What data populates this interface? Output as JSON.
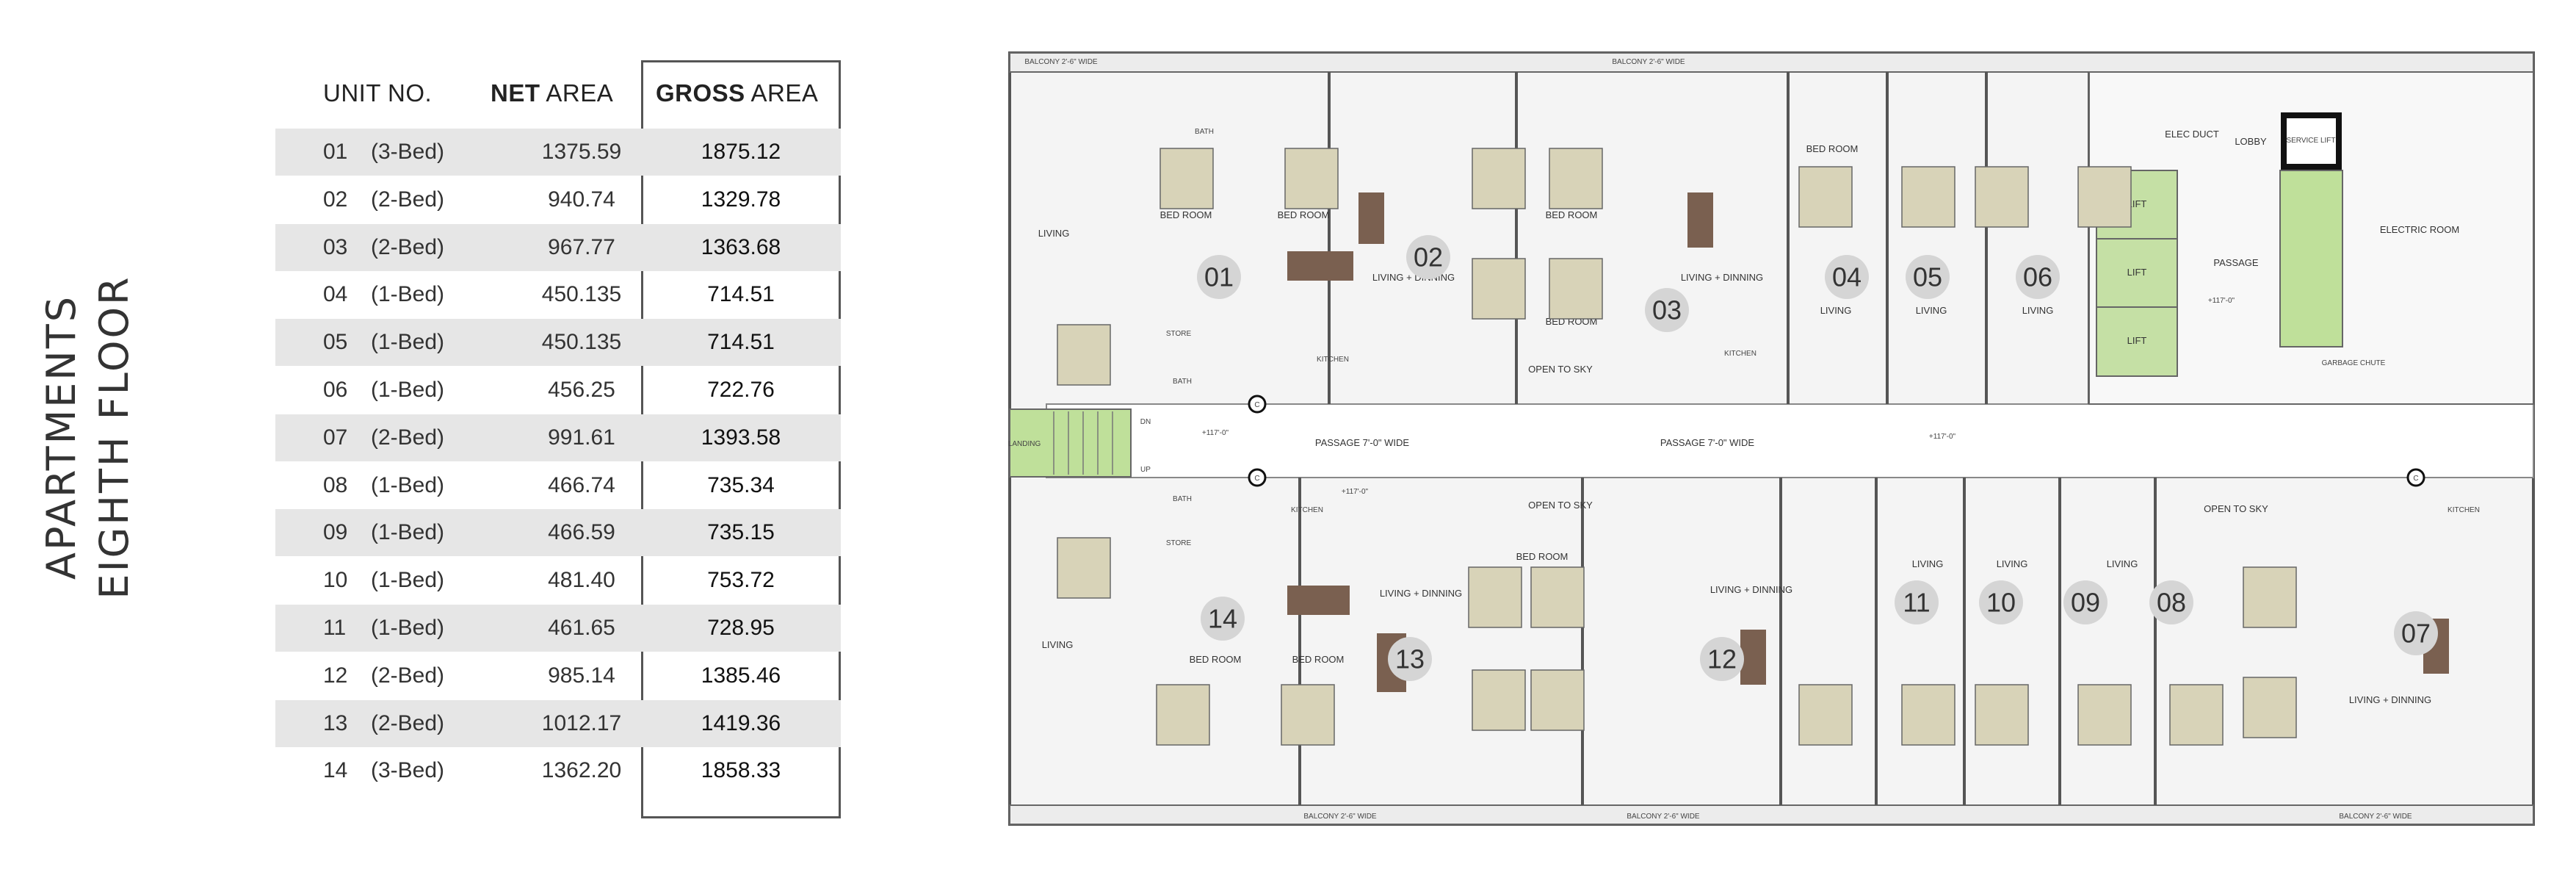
{
  "title": {
    "line1": "APARTMENTS",
    "line2": "EIGHTH FLOOR"
  },
  "table": {
    "headers": {
      "unit": "UNIT NO.",
      "net_bold": "NET",
      "net_rest": " AREA",
      "gross_bold": "GROSS",
      "gross_rest": " AREA"
    },
    "rows": [
      {
        "unit": "01",
        "type": "(3-Bed)",
        "net": "1375.59",
        "gross": "1875.12"
      },
      {
        "unit": "02",
        "type": "(2-Bed)",
        "net": "940.74",
        "gross": "1329.78"
      },
      {
        "unit": "03",
        "type": "(2-Bed)",
        "net": "967.77",
        "gross": "1363.68"
      },
      {
        "unit": "04",
        "type": "(1-Bed)",
        "net": "450.135",
        "gross": "714.51"
      },
      {
        "unit": "05",
        "type": "(1-Bed)",
        "net": "450.135",
        "gross": "714.51"
      },
      {
        "unit": "06",
        "type": "(1-Bed)",
        "net": "456.25",
        "gross": "722.76"
      },
      {
        "unit": "07",
        "type": "(2-Bed)",
        "net": "991.61",
        "gross": "1393.58"
      },
      {
        "unit": "08",
        "type": "(1-Bed)",
        "net": "466.74",
        "gross": "735.34"
      },
      {
        "unit": "09",
        "type": "(1-Bed)",
        "net": "466.59",
        "gross": "735.15"
      },
      {
        "unit": "10",
        "type": "(1-Bed)",
        "net": "481.40",
        "gross": "753.72"
      },
      {
        "unit": "11",
        "type": "(1-Bed)",
        "net": "461.65",
        "gross": "728.95"
      },
      {
        "unit": "12",
        "type": "(2-Bed)",
        "net": "985.14",
        "gross": "1385.46"
      },
      {
        "unit": "13",
        "type": "(2-Bed)",
        "net": "1012.17",
        "gross": "1419.36"
      },
      {
        "unit": "14",
        "type": "(3-Bed)",
        "net": "1362.20",
        "gross": "1858.33"
      }
    ]
  },
  "plan": {
    "unit_labels": [
      "01",
      "02",
      "03",
      "04",
      "05",
      "06",
      "07",
      "08",
      "09",
      "10",
      "11",
      "12",
      "13",
      "14"
    ],
    "rooms": {
      "bed_room": "BED ROOM",
      "living_dining": "LIVING + DINNING",
      "living": "LIVING",
      "open_to_sky": "OPEN TO SKY",
      "passage_wide": "PASSAGE 7'-0\" WIDE",
      "passage": "PASSAGE",
      "lift": "LIFT",
      "lobby": "LOBBY",
      "service_lift": "SERVICE LIFT",
      "electric_room": "ELECTRIC ROOM",
      "elec_duct": "ELEC DUCT",
      "balcony": "BALCONY 2'-6\" WIDE",
      "kitchen": "KITCHEN",
      "bath": "BATH",
      "store": "STORE",
      "landing": "LANDING",
      "level": "+117'-0\"",
      "dn": "DN",
      "up": "UP",
      "garbage_chute": "GARBAGE CHUTE",
      "c": "C"
    },
    "colors": {
      "lift_green": "#c5e0a5",
      "stair_green": "#bfe09a",
      "wall": "#555555",
      "floor": "#f2f2f2",
      "furniture": "#d8d3b8",
      "table_brown": "#7a6050",
      "unit_circle": "#d5d5d5"
    }
  }
}
